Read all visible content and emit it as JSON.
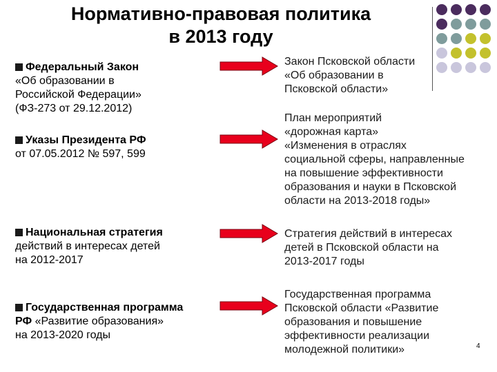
{
  "title": {
    "line1": "Нормативно-правовая политика",
    "line2": "в 2013 году"
  },
  "left": [
    {
      "head": "Федеральный Закон",
      "body": [
        "«Об образовании в",
        "Российской Федерации»",
        "(ФЗ-273 от 29.12.2012)"
      ]
    },
    {
      "head": "Указы Президента РФ",
      "body": [
        "от 07.05.2012 № 597, 599"
      ]
    },
    {
      "head": "Национальная стратегия",
      "body": [
        "действий в интересах детей",
        "на 2012-2017"
      ]
    },
    {
      "head": "Государственная программа",
      "head2": "РФ",
      "head2_rest": " «Развитие образования»",
      "body": [
        "на 2013-2020 годы"
      ]
    }
  ],
  "right": [
    {
      "lines": [
        "Закон Псковской области",
        "«Об образовании в",
        "Псковской области»"
      ]
    },
    {
      "lines": [
        "План мероприятий",
        "«дорожная карта»",
        "«Изменения в отраслях",
        "социальной сферы, направленные",
        "на повышение эффективности",
        "образования и науки в Псковской",
        "области на 2013-2018 годы»"
      ]
    },
    {
      "lines": [
        "Стратегия действий в интересах",
        "детей в Псковской области на",
        "2013-2017 годы"
      ]
    },
    {
      "lines": [
        "Государственная программа",
        "Псковской области «Развитие",
        "образования и повышение",
        "эффективности реализации",
        "молодежной политики»"
      ]
    }
  ],
  "page_number": "4",
  "colors": {
    "arrow_fill": "#e8001c",
    "arrow_stroke": "#7a0010",
    "dot_purple": "#4b2c5e",
    "dot_teal": "#7f9c9c",
    "dot_olive": "#c3c12d",
    "dot_lavender": "#c9c6dc"
  },
  "icons": {
    "bullet": "square-bullet-icon",
    "arrow": "right-arrow-icon"
  }
}
